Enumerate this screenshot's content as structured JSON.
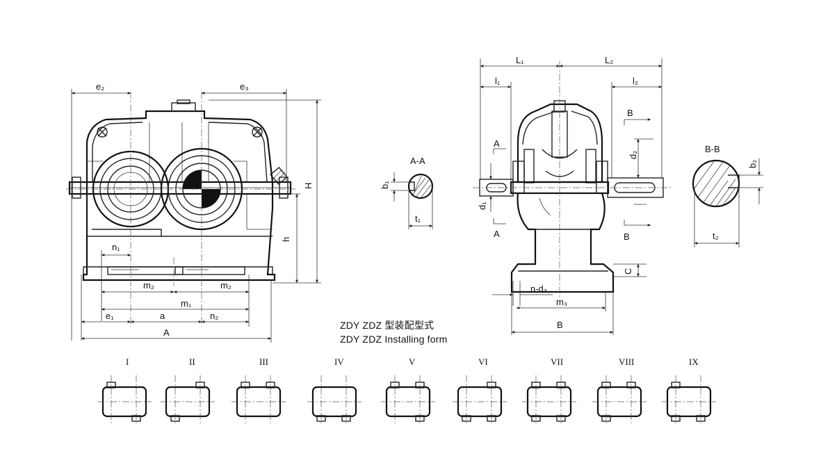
{
  "caption": {
    "line1": "ZDY ZDZ 型装配型式",
    "line2": "ZDY ZDZ Installing form"
  },
  "front_view_labels": {
    "e2": "e₂",
    "e3": "e₃",
    "H": "H",
    "h": "h",
    "n1": "n₁",
    "m2_left": "m₂",
    "m2_right": "m₂",
    "m1": "m₁",
    "e1": "e₁",
    "a": "a",
    "n2": "n₂",
    "A": "A"
  },
  "section_aa": {
    "title": "A-A",
    "b1": "b₁",
    "t1": "t₁"
  },
  "side_view_labels": {
    "L1": "L₁",
    "L2": "L₂",
    "l1": "l₁",
    "l2": "l₂",
    "A_top": "A",
    "A_bottom": "A",
    "B_top": "B",
    "B_bottom": "B",
    "d1": "d₁",
    "d2": "d₂",
    "C": "C",
    "nd3": "n-d₃",
    "m3": "m₃",
    "B_width": "B"
  },
  "section_bb": {
    "title": "B-B",
    "b2": "b₂",
    "t2": "t₂"
  },
  "installing_forms": [
    {
      "roman": "I"
    },
    {
      "roman": "II"
    },
    {
      "roman": "III"
    },
    {
      "roman": "IV"
    },
    {
      "roman": "V"
    },
    {
      "roman": "VI"
    },
    {
      "roman": "VII"
    },
    {
      "roman": "VIII"
    },
    {
      "roman": "IX"
    }
  ]
}
